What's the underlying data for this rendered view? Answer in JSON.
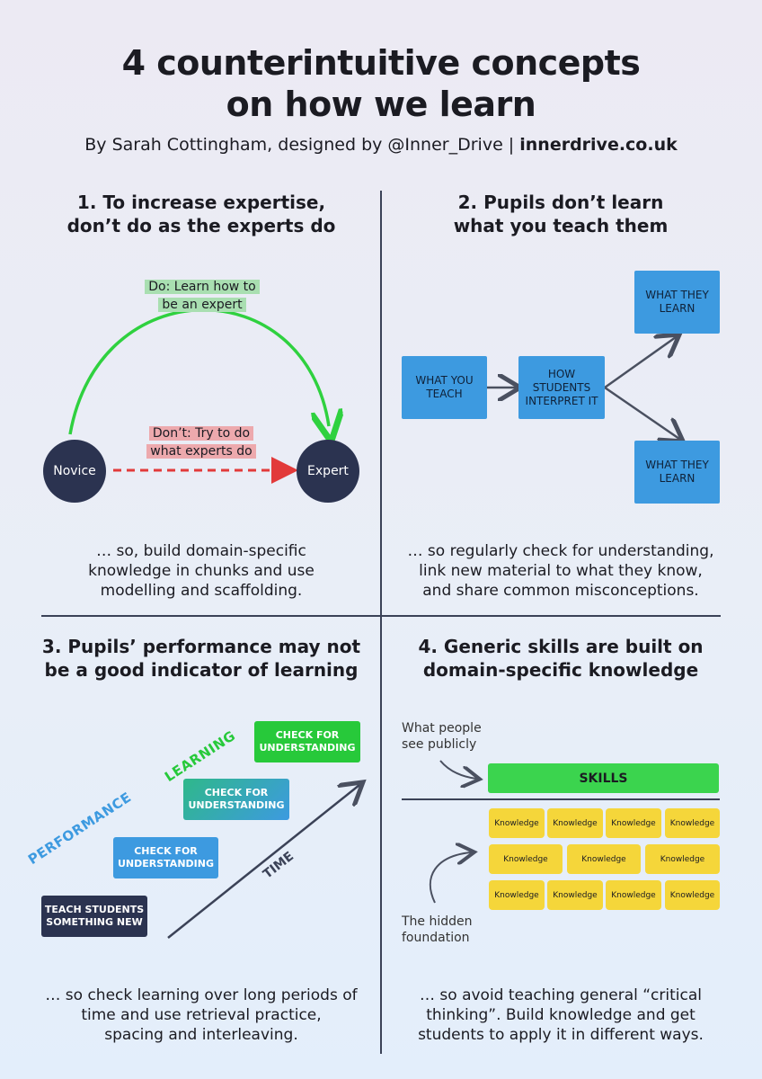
{
  "header": {
    "title_line1": "4 counterintuitive concepts",
    "title_line2": "on how we learn",
    "byline_prefix": "By Sarah Cottingham, designed by @Inner_Drive | ",
    "byline_site": "innerdrive.co.uk"
  },
  "q1": {
    "heading_line1": "1. To increase expertise,",
    "heading_line2": "don’t do as the experts do",
    "do_line1": "Do: Learn how to",
    "do_line2": "be an expert",
    "dont_line1": "Don’t: Try to do",
    "dont_line2": "what experts do",
    "novice": "Novice",
    "expert": "Expert",
    "footer_line1": "… so, build domain-specific",
    "footer_line2": "knowledge in chunks and use",
    "footer_line3": "modelling and scaffolding."
  },
  "q2": {
    "heading_line1": "2. Pupils don’t learn",
    "heading_line2": "what you teach them",
    "box_teach": "WHAT YOU TEACH",
    "box_interpret": "HOW STUDENTS INTERPRET IT",
    "box_learn_top": "WHAT THEY LEARN",
    "box_learn_bottom": "WHAT THEY LEARN",
    "footer_line1": "… so regularly check for understanding,",
    "footer_line2": "link new material to what they know,",
    "footer_line3": "and share common misconceptions."
  },
  "q3": {
    "heading_line1": "3. Pupils’ performance may not",
    "heading_line2": "be a good indicator of learning",
    "learning_label": "LEARNING",
    "performance_label": "PERFORMANCE",
    "time_label": "TIME",
    "box_teach": "TEACH STUDENTS SOMETHING NEW",
    "box_check1": "CHECK FOR UNDERSTANDING",
    "box_check2": "CHECK FOR UNDERSTANDING",
    "box_check3": "CHECK FOR UNDERSTANDING",
    "footer_line1": "… so check learning over long periods of",
    "footer_line2": "time and use retrieval practice,",
    "footer_line3": "spacing and interleaving."
  },
  "q4": {
    "heading_line1": "4. Generic skills are built on",
    "heading_line2": "domain-specific knowledge",
    "public_line1": "What people",
    "public_line2": "see publicly",
    "hidden_line1": "The hidden",
    "hidden_line2": "foundation",
    "skills": "SKILLS",
    "knowledge_rows": [
      [
        "Knowledge",
        "Knowledge",
        "Knowledge",
        "Knowledge"
      ],
      [
        "Knowledge",
        "Knowledge",
        "Knowledge"
      ],
      [
        "Knowledge",
        "Knowledge",
        "Knowledge",
        "Knowledge"
      ]
    ],
    "footer_line1": "… so avoid teaching general “critical",
    "footer_line2": "thinking”. Build knowledge and get",
    "footer_line3": "students to apply it in different ways."
  },
  "colors": {
    "navy": "#2b3350",
    "green_arrow": "#2fd13f",
    "red_arrow": "#e23a3a",
    "blue_box": "#3d9ae0",
    "green_box": "#27c93a",
    "skills_green": "#3bd44e",
    "knowledge_yellow": "#f5d63a"
  }
}
